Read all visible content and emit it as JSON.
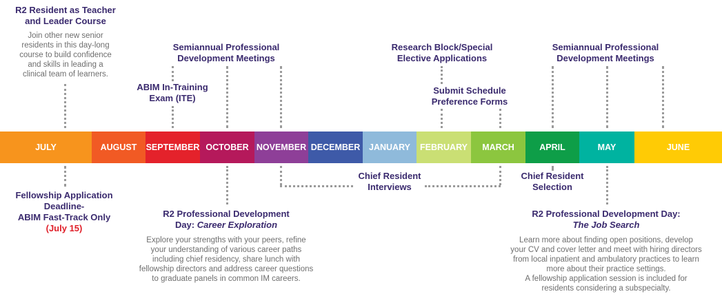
{
  "colors": {
    "label_text": "#3a2a6e",
    "desc_text": "#6e6e6e",
    "date_highlight": "#e0202a",
    "connector": "#9a9a9a"
  },
  "months": [
    {
      "label": "JULY",
      "color": "#f7941d"
    },
    {
      "label": "AUGUST",
      "color": "#f15a24"
    },
    {
      "label": "SEPTEMBER",
      "color": "#e4222b"
    },
    {
      "label": "OCTOBER",
      "color": "#b5195b"
    },
    {
      "label": "NOVEMBER",
      "color": "#8e3f98"
    },
    {
      "label": "DECEMBER",
      "color": "#3e5aa8"
    },
    {
      "label": "JANUARY",
      "color": "#8fbadb"
    },
    {
      "label": "FEBRUARY",
      "color": "#cadf74"
    },
    {
      "label": "MARCH",
      "color": "#8cc63f"
    },
    {
      "label": "APRIL",
      "color": "#0e9e48"
    },
    {
      "label": "MAY",
      "color": "#00b3a0"
    },
    {
      "label": "JUNE",
      "color": "#ffcb05"
    }
  ],
  "events": {
    "r2_teacher": {
      "title_1": "R2 Resident as Teacher",
      "title_2": "and Leader Course",
      "desc": [
        "Join other new senior",
        "residents in this day-long",
        "course to build confidence",
        "and skills in leading a",
        "clinical team of learners."
      ]
    },
    "semiannual_fall": {
      "title_1": "Semiannual Professional",
      "title_2": "Development Meetings"
    },
    "abim_ite": {
      "title_1": "ABIM In-Training",
      "title_2": "Exam (ITE)"
    },
    "research_block": {
      "title_1": "Research Block/Special",
      "title_2": "Elective Applications"
    },
    "schedule_forms": {
      "title_1": "Submit Schedule",
      "title_2": "Preference Forms"
    },
    "semiannual_spring": {
      "title_1": "Semiannual Professional",
      "title_2": "Development Meetings"
    },
    "fellowship_deadline": {
      "line_1": "Fellowship Application",
      "line_2": "Deadline-",
      "line_3": "ABIM Fast-Track Only",
      "date": "(July 15)"
    },
    "career_day": {
      "title_1": "R2 Professional Development",
      "title_2_prefix": "Day: ",
      "title_2_italic": "Career Exploration",
      "desc": [
        "Explore your strengths with your peers, refine",
        "your understanding of various career paths",
        "including chief residency, share lunch with",
        "fellowship directors and address career questions",
        "to graduate panels in common IM careers."
      ]
    },
    "chief_interviews": {
      "title_1": "Chief Resident",
      "title_2": "Interviews"
    },
    "chief_selection": {
      "title_1": "Chief Resident",
      "title_2": "Selection"
    },
    "job_search_day": {
      "title_1": "R2 Professional Development Day:",
      "title_2_italic": "The Job Search",
      "desc": [
        "Learn more about finding open positions, develop",
        "your CV and cover letter and meet with hiring directors",
        "from local inpatient and ambulatory practices to learn",
        "more about their practice settings.",
        "A fellowship application session is included for",
        "residents considering a subspecialty."
      ]
    }
  }
}
